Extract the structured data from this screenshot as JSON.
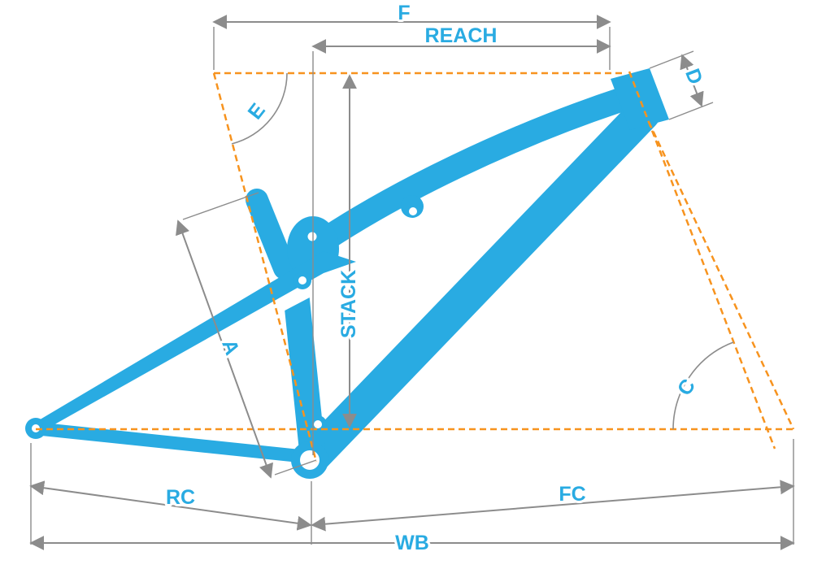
{
  "diagram": {
    "type": "bike-frame-geometry",
    "labels": {
      "f": "F",
      "reach": "REACH",
      "d": "D",
      "e": "E",
      "stack": "STACK",
      "a": "A",
      "c": "C",
      "rc": "RC",
      "fc": "FC",
      "wb": "WB"
    },
    "colors": {
      "frame": "#29ABE2",
      "guide_lines": "#F7931E",
      "dimension_lines": "#8C8C8C",
      "labels": "#29ABE2",
      "background": "#FFFFFF"
    }
  }
}
